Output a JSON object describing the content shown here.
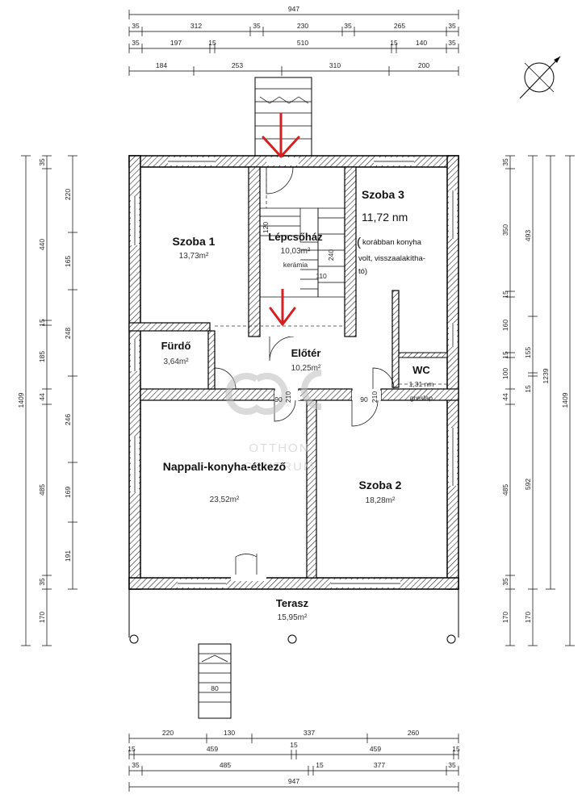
{
  "rooms": {
    "szoba1": {
      "name": "Szoba 1",
      "area": "13,73m²"
    },
    "lepcsohaz": {
      "name": "Lépcsőház",
      "area": "10,03m²",
      "material": "kerámia"
    },
    "szoba3": {
      "name": "Szoba 3",
      "area": "11,72 nm",
      "note_paren": "(",
      "note_line1": "korábban konyha",
      "note_line2": "volt, visszaalakítha-",
      "note_line3": "tó)"
    },
    "furdo": {
      "name": "Fürdő",
      "area": "3,64m²"
    },
    "eloter": {
      "name": "Előtér",
      "area": "10,25m²"
    },
    "wc": {
      "name": "WC",
      "area": "1,31 nm",
      "material": "greslap"
    },
    "nappali": {
      "name": "Nappali-konyha-étkező",
      "area": "23,52m²"
    },
    "szoba2": {
      "name": "Szoba 2",
      "area": "18,28m²"
    },
    "terasz": {
      "name": "Terasz",
      "area": "15,95m²"
    }
  },
  "logo": {
    "line1": "OTTHON",
    "line2": "CENTRUM"
  },
  "dimensions": {
    "top_total": "947",
    "top_row1": [
      "35",
      "312",
      "35",
      "230",
      "35",
      "265",
      "35"
    ],
    "top_row2": [
      "35",
      "197",
      "15",
      "510",
      "15",
      "140",
      "35"
    ],
    "top_row3": [
      "184",
      "253",
      "310",
      "200"
    ],
    "bottom_row1": [
      "220",
      "130",
      "337",
      "260"
    ],
    "bottom_row2": [
      "15",
      "459",
      "15",
      "459",
      "15"
    ],
    "bottom_row3": [
      "35",
      "485",
      "15",
      "377",
      "35"
    ],
    "bottom_total": "947",
    "left_total": "1409",
    "left_row1": [
      "35",
      "440",
      "15",
      "185",
      "44",
      "485",
      "35",
      "170"
    ],
    "left_row2": [
      "220",
      "165",
      "248",
      "246",
      "169",
      "191"
    ],
    "right_total": "1409",
    "right_row1": [
      "35",
      "350",
      "15",
      "160",
      "15",
      "100",
      "44",
      "485",
      "35",
      "170"
    ],
    "right_row2": [
      "493",
      "155",
      "15",
      "592",
      "170"
    ],
    "right_mid": "1239",
    "inner": {
      "stair_w": "120",
      "stair_h": "240",
      "stair_run": "110",
      "door_90a": "90",
      "door_210a": "210",
      "door_90b": "90",
      "door_210b": "210",
      "entry_step": "80"
    }
  }
}
